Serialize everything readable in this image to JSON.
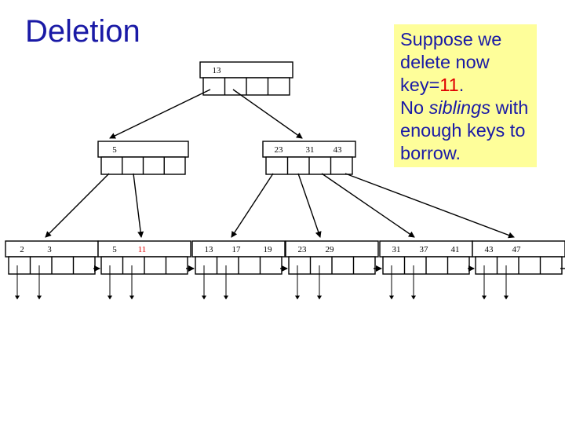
{
  "title": "Deletion",
  "note": {
    "line1": "Suppose we",
    "line2": "delete now",
    "line3_prefix": "key=",
    "line3_key": "11",
    "line3_suffix": ".",
    "line4_prefix": "No ",
    "line4_italic": "siblings",
    "line4_suffix": " with",
    "line5": "enough keys to",
    "line6": "borrow."
  },
  "tree": {
    "root": {
      "keys": [
        "13"
      ]
    },
    "internal_left": {
      "keys": [
        "5"
      ]
    },
    "internal_right": {
      "keys": [
        "23",
        "31",
        "43"
      ]
    },
    "leaves": [
      {
        "keys": [
          "2",
          "3"
        ]
      },
      {
        "keys": [
          "5",
          "11"
        ],
        "highlight": "11"
      },
      {
        "keys": [
          "13",
          "17",
          "19"
        ]
      },
      {
        "keys": [
          "23",
          "29"
        ]
      },
      {
        "keys": [
          "31",
          "37",
          "41"
        ]
      },
      {
        "keys": [
          "43",
          "47"
        ]
      }
    ]
  },
  "colors": {
    "title": "#1a1aa6",
    "note_bg": "#fefe9a",
    "highlight": "#e00000"
  }
}
